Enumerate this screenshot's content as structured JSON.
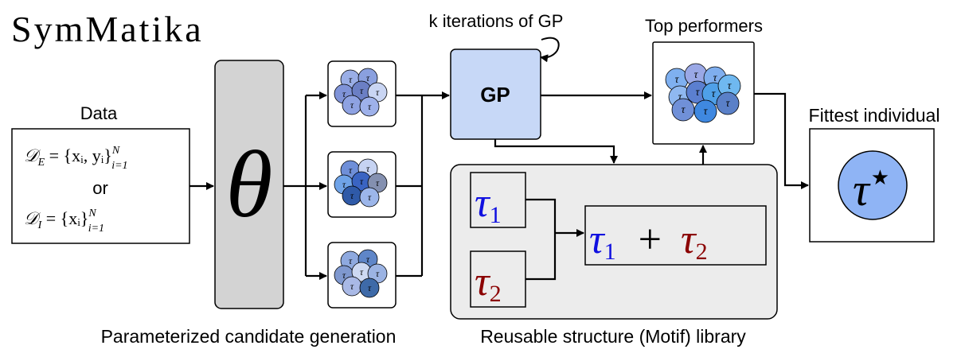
{
  "title": {
    "main": "SymMatika"
  },
  "labels": {
    "data": "Data",
    "k_iterations": "k iterations of GP",
    "top_performers": "Top performers",
    "fittest_individual": "Fittest individual",
    "candidate_generation": "Parameterized candidate generation",
    "motif_library": "Reusable structure (Motif) library"
  },
  "data_box": {
    "line1_base": "𝒟",
    "line1_sub": "E",
    "line1_rest": " = {xᵢ, yᵢ}",
    "line1_sup": "N",
    "line1_lim": "i=1",
    "or": "or",
    "line2_base": "𝒟",
    "line2_sub": "I",
    "line2_rest": " = {xᵢ}",
    "line2_sup": "N",
    "line2_lim": "i=1"
  },
  "theta": {
    "symbol": "θ"
  },
  "gp_box": {
    "label": "GP"
  },
  "tau": {
    "symbol": "τ",
    "sub1": "1",
    "sub2": "2",
    "plus": "+",
    "star": "★"
  },
  "colors": {
    "tau1": "#1010e0",
    "tau2": "#8b0000",
    "gp_fill": "#c7d8f7",
    "theta_fill": "#d3d3d3",
    "motif_fill": "#ececec",
    "fittest_circle": "#8fb4f5"
  }
}
